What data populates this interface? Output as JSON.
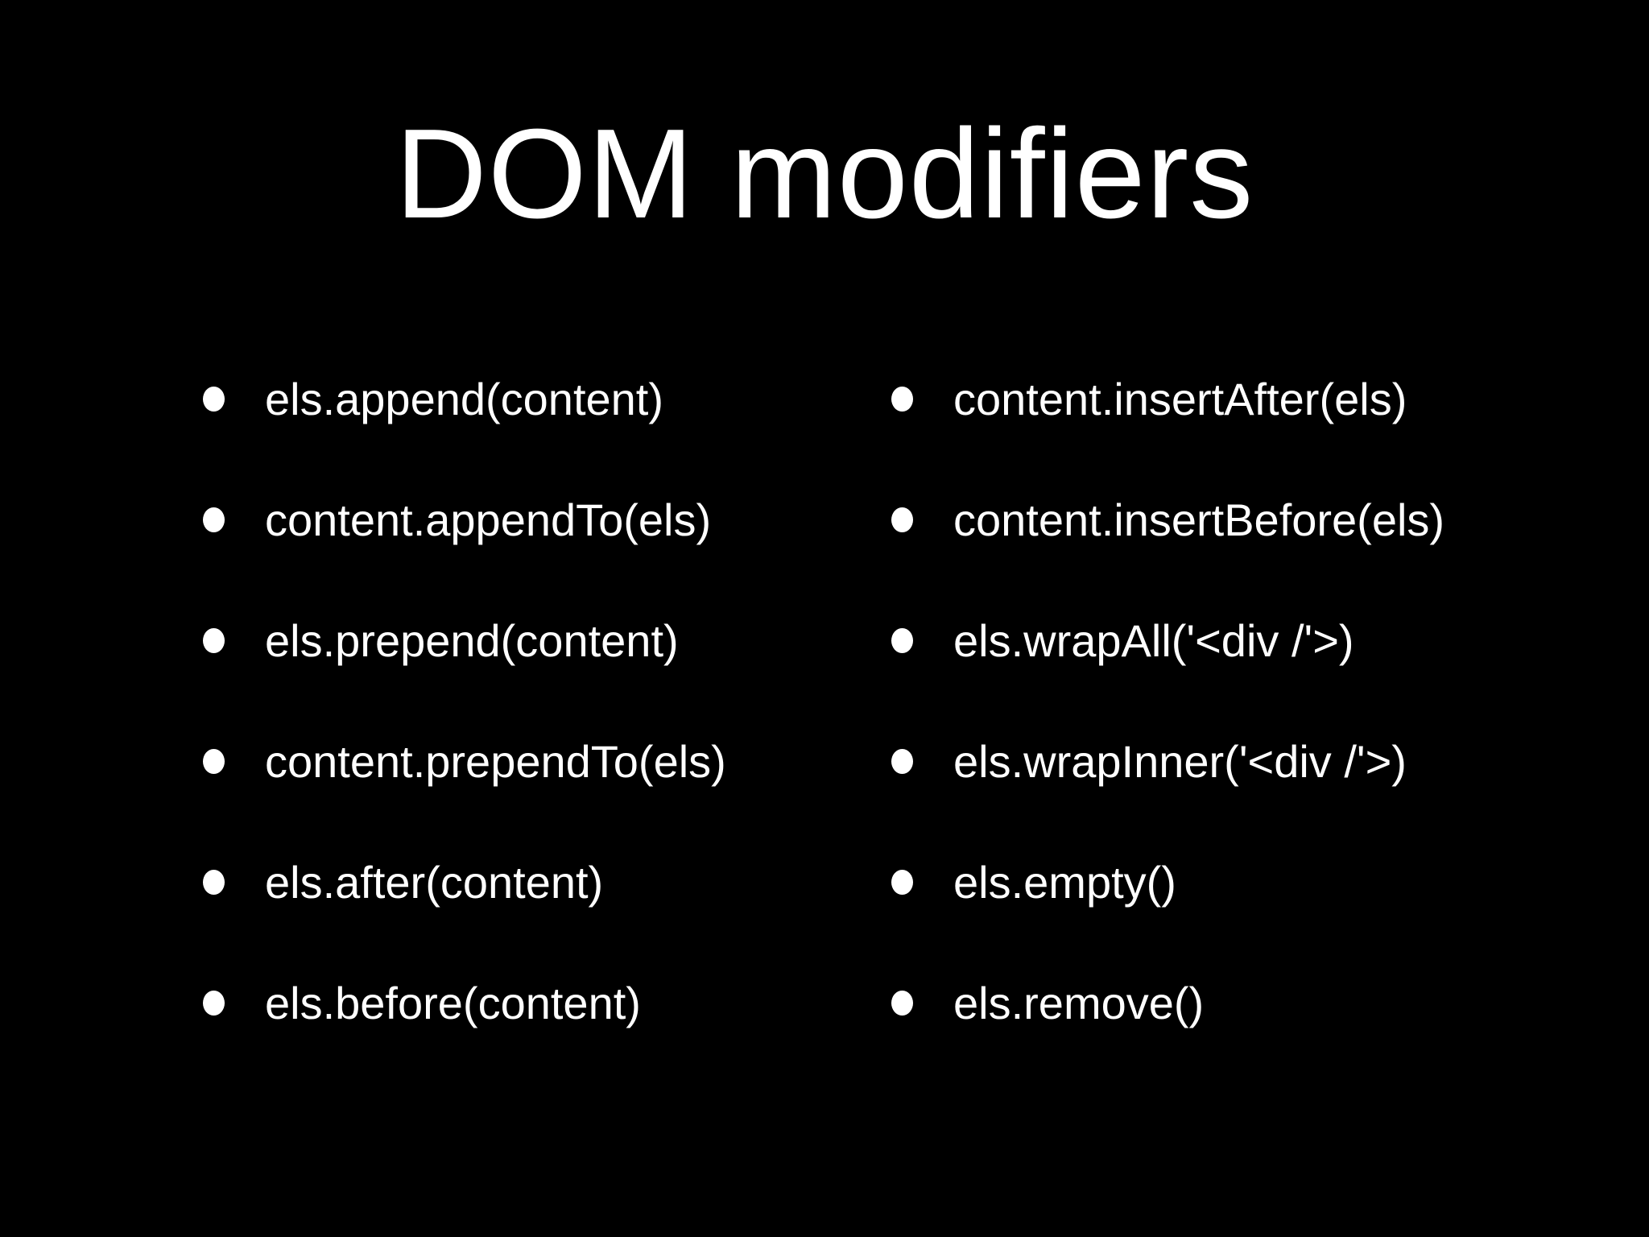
{
  "slide": {
    "title": "DOM modifiers",
    "background_color": "#000000",
    "text_color": "#ffffff",
    "bullet_icon": "filled-circle",
    "columns": {
      "left": [
        "els.append(content)",
        "content.appendTo(els)",
        "els.prepend(content)",
        "content.prependTo(els)",
        "els.after(content)",
        "els.before(content)"
      ],
      "right": [
        "content.insertAfter(els)",
        "content.insertBefore(els)",
        "els.wrapAll('<div /'>)",
        "els.wrapInner('<div /'>)",
        "els.empty()",
        "els.remove()"
      ]
    }
  }
}
